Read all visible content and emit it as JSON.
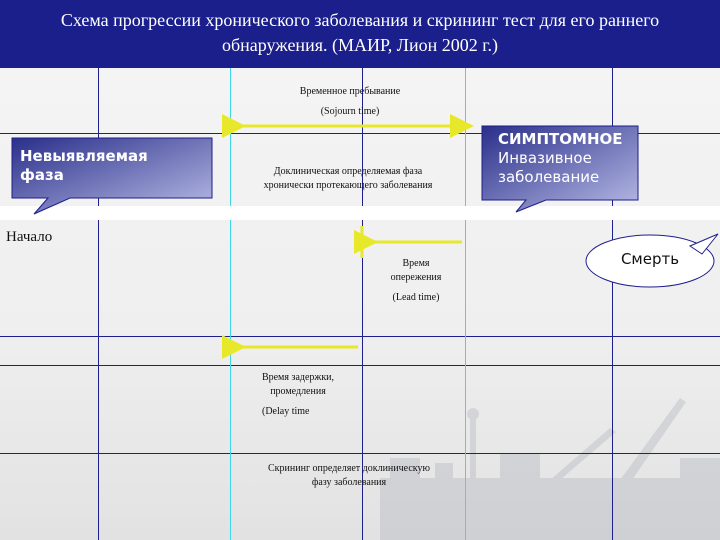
{
  "title": {
    "line1": "Схема прогрессии хронического заболевания и скрининг тест для его раннего",
    "line2": "обнаружения. (МАИР, Лион 2002 г.)"
  },
  "labels": {
    "sojourn_ru": "Временное пребывание",
    "sojourn_en": "(Sojourn time)",
    "preclinical_line1": "Доклиническая определяемая фаза",
    "preclinical_line2": "хронически протекающего заболевания",
    "lead_line1": "Время",
    "lead_line2": "опережения",
    "lead_en": "(Lead time)",
    "delay_line1": "Время задержки,",
    "delay_line2": "промедления",
    "delay_en": "(Delay time",
    "screening_line1": "Скрининг определяет доклиническую",
    "screening_line2": "фазу заболевания",
    "start": "Начало"
  },
  "callouts": {
    "undetectable_line1": "Невыявляемая",
    "undetectable_line2": "фаза",
    "symptomatic_line1": "СИМПТОМНОЕ",
    "symptomatic_line2": "Инвазивное",
    "symptomatic_line3": "заболевание",
    "death": "Смерть"
  },
  "colors": {
    "title_background": "#1a1f8c",
    "grid_lines": "#1e1e8c",
    "cyan_lines": "#3fd6e8",
    "arrow": "#e8e82a",
    "callout_fill_dark": "#2a2f8a",
    "callout_fill_light": "#b8bce6"
  }
}
